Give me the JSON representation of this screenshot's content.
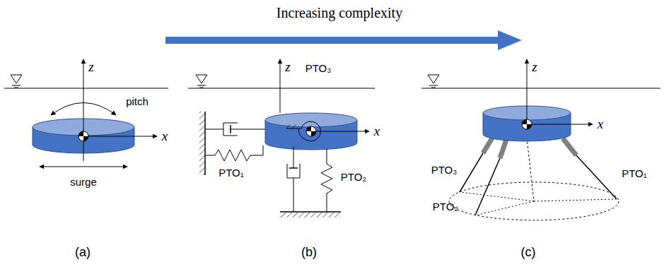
{
  "diagram": {
    "labels": [
      "Increasing complexity",
      "z",
      "x",
      "pitch",
      "surge",
      "z",
      "x",
      "PTO₁",
      "PTO₃",
      "PTO₂",
      "z",
      "x",
      "PTO₃",
      "PTO₂",
      "PTO₁",
      "(a)",
      "(b)",
      "(c)"
    ]
  }
}
